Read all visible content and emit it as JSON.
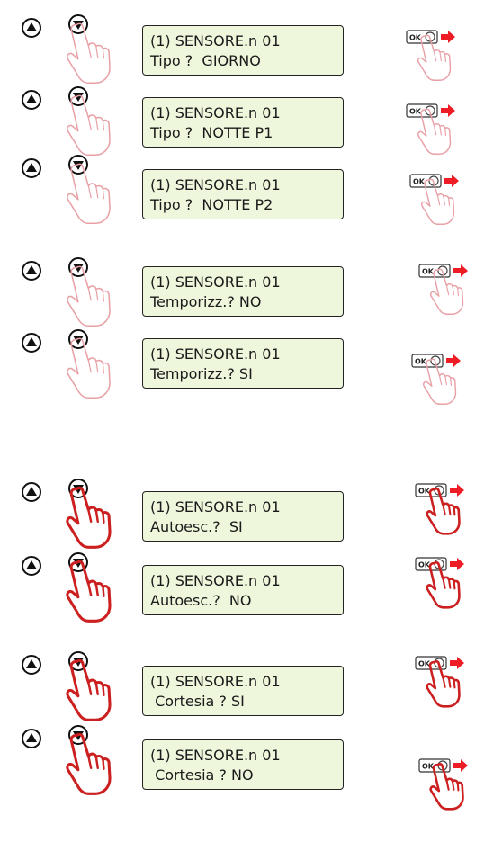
{
  "colors": {
    "lcd_bg": "#eef6dc",
    "hand_light": "#e8a0a6",
    "hand_bold": "#cc1f1f",
    "arrow": "#ee1c25"
  },
  "icons": {
    "up_key": "triangle-up-button-icon",
    "down_key": "triangle-down-button-icon",
    "hand": "pointing-hand-icon",
    "ok_key": "ok-button-icon",
    "arrow": "right-arrow-icon"
  },
  "steps": [
    {
      "line1": "(1) SENSORE.n 01",
      "line2": "Tipo ?  GIORNO",
      "ok_label": "OK"
    },
    {
      "line1": "(1) SENSORE.n 01",
      "line2": "Tipo ?  NOTTE P1",
      "ok_label": "OK"
    },
    {
      "line1": "(1) SENSORE.n 01",
      "line2": "Tipo ?  NOTTE P2",
      "ok_label": "OK"
    },
    {
      "line1": "(1) SENSORE.n 01",
      "line2": "Temporizz.? NO",
      "ok_label": "OK"
    },
    {
      "line1": "(1) SENSORE.n 01",
      "line2": "Temporizz.? SI",
      "ok_label": "OK"
    },
    {
      "line1": "(1) SENSORE.n 01",
      "line2": "Autoesc.?  SI",
      "ok_label": "OK"
    },
    {
      "line1": "(1) SENSORE.n 01",
      "line2": "Autoesc.?  NO",
      "ok_label": "OK"
    },
    {
      "line1": "(1) SENSORE.n 01",
      "line2": " Cortesia ? SI",
      "ok_label": "OK"
    },
    {
      "line1": "(1) SENSORE.n 01",
      "line2": " Cortesia ? NO",
      "ok_label": "OK"
    }
  ]
}
